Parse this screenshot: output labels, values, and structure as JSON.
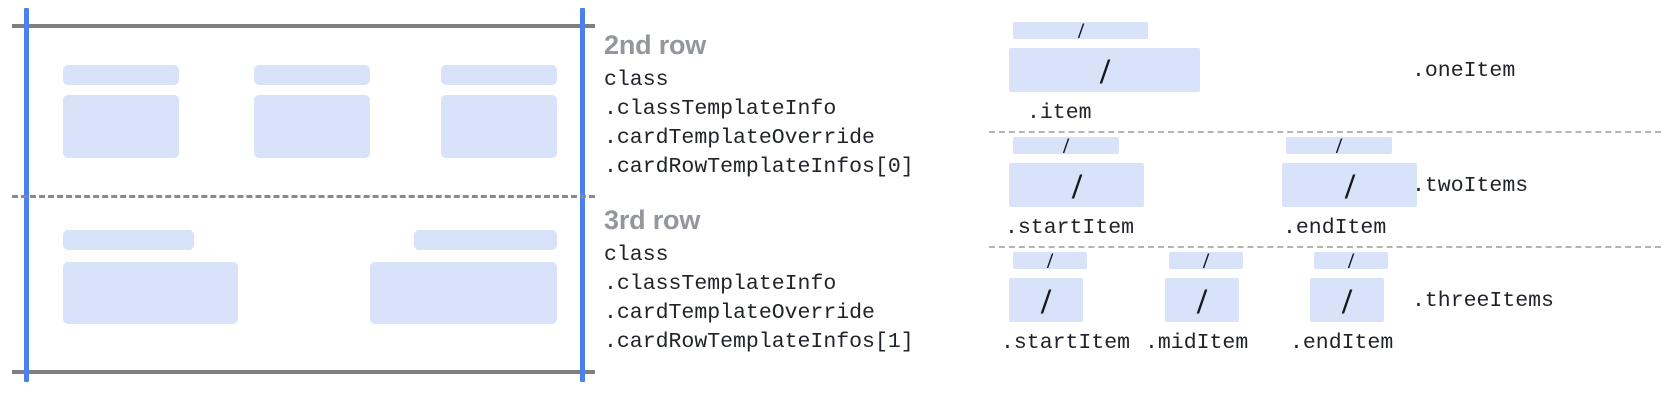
{
  "colors": {
    "placeholder_fill": "#d8e2f9",
    "guide_blue": "#4a80f0",
    "guide_gray": "#7f7f7f",
    "dashed_gray": "#8a8a8a",
    "title_gray": "#93979c",
    "code_text": "#20232a",
    "background": "#ffffff"
  },
  "card_diagram": {
    "name": "card-row-layout-preview",
    "rows": [
      {
        "name": "second-row-preview",
        "cells": [
          {
            "label_bar": true,
            "content_box": true
          },
          {
            "label_bar": true,
            "content_box": true
          },
          {
            "label_bar": true,
            "content_box": true
          }
        ]
      },
      {
        "name": "third-row-preview",
        "cells": [
          {
            "label_bar": true,
            "content_box": true
          },
          {
            "label_bar": true,
            "content_box": true
          }
        ]
      }
    ]
  },
  "annotations": [
    {
      "title": "2nd row",
      "code_lines": [
        "class",
        ".classTemplateInfo",
        ".cardTemplateOverride",
        ".cardRowTemplateInfos[0]"
      ]
    },
    {
      "title": "3rd row",
      "code_lines": [
        "class",
        ".classTemplateInfo",
        ".cardTemplateOverride",
        ".cardRowTemplateInfos[1]"
      ]
    }
  ],
  "item_groups": [
    {
      "group_label": ".oneItem",
      "items": [
        {
          "label": ".item",
          "slash": "/"
        }
      ]
    },
    {
      "group_label": ".twoItems",
      "items": [
        {
          "label": ".startItem",
          "slash": "/"
        },
        {
          "label": ".endItem",
          "slash": "/"
        }
      ]
    },
    {
      "group_label": ".threeItems",
      "items": [
        {
          "label": ".startItem",
          "slash": "/"
        },
        {
          "label": ".midItem",
          "slash": "/"
        },
        {
          "label": ".endItem",
          "slash": "/"
        }
      ]
    }
  ]
}
